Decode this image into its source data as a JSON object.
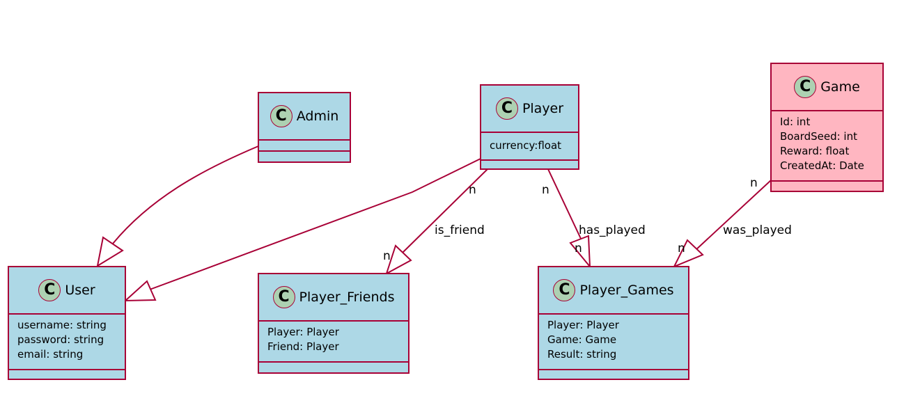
{
  "colors": {
    "border": "#a80036",
    "class_fill": "#add8e6",
    "highlight_fill": "#ffb6c1",
    "badge_fill": "#add1b2"
  },
  "classes": {
    "admin": {
      "name": "Admin",
      "badge": "C",
      "attributes": []
    },
    "player": {
      "name": "Player",
      "badge": "C",
      "attributes": [
        "currency:float"
      ]
    },
    "game": {
      "name": "Game",
      "badge": "C",
      "attributes": [
        "Id: int",
        "BoardSeed: int",
        "Reward: float",
        "CreatedAt: Date"
      ]
    },
    "user": {
      "name": "User",
      "badge": "C",
      "attributes": [
        "username: string",
        "password: string",
        "email: string"
      ]
    },
    "player_friends": {
      "name": "Player_Friends",
      "badge": "C",
      "attributes": [
        "Player: Player",
        "Friend: Player"
      ]
    },
    "player_games": {
      "name": "Player_Games",
      "badge": "C",
      "attributes": [
        "Player: Player",
        "Game: Game",
        "Result: string"
      ]
    }
  },
  "relations": {
    "admin_user": {
      "from": "Admin",
      "to": "User",
      "kind": "inheritance"
    },
    "player_user": {
      "from": "Player",
      "to": "User",
      "kind": "inheritance"
    },
    "is_friend": {
      "label": "is_friend",
      "from_mult": "n",
      "to_mult": "n"
    },
    "has_played": {
      "label": "has_played",
      "from_mult": "n",
      "to_mult": "n"
    },
    "was_played": {
      "label": "was_played",
      "from_mult": "n",
      "to_mult": "n"
    }
  }
}
